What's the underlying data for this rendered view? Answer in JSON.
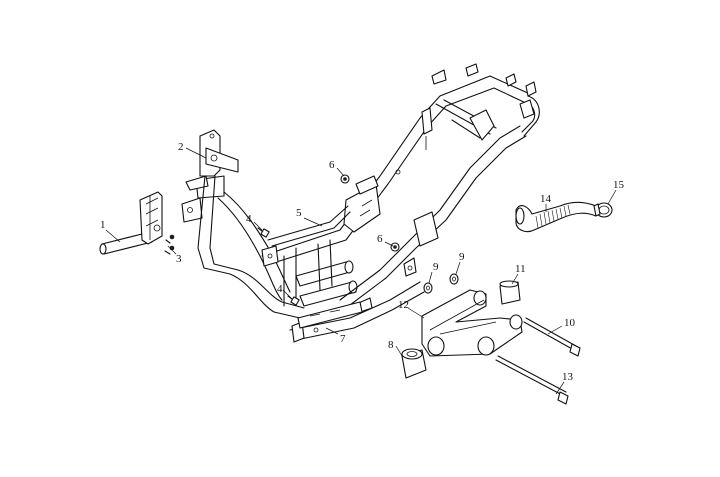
{
  "diagram": {
    "callouts": [
      {
        "id": "1",
        "label": "1"
      },
      {
        "id": "2",
        "label": "2"
      },
      {
        "id": "3",
        "label": "3"
      },
      {
        "id": "4a",
        "label": "4"
      },
      {
        "id": "4b",
        "label": "4"
      },
      {
        "id": "5",
        "label": "5"
      },
      {
        "id": "6a",
        "label": "6"
      },
      {
        "id": "6b",
        "label": "6"
      },
      {
        "id": "7",
        "label": "7"
      },
      {
        "id": "8",
        "label": "8"
      },
      {
        "id": "9a",
        "label": "9"
      },
      {
        "id": "9b",
        "label": "9"
      },
      {
        "id": "10",
        "label": "10"
      },
      {
        "id": "11",
        "label": "11"
      },
      {
        "id": "12",
        "label": "12"
      },
      {
        "id": "13",
        "label": "13"
      },
      {
        "id": "14",
        "label": "14"
      },
      {
        "id": "15",
        "label": "15"
      }
    ]
  }
}
